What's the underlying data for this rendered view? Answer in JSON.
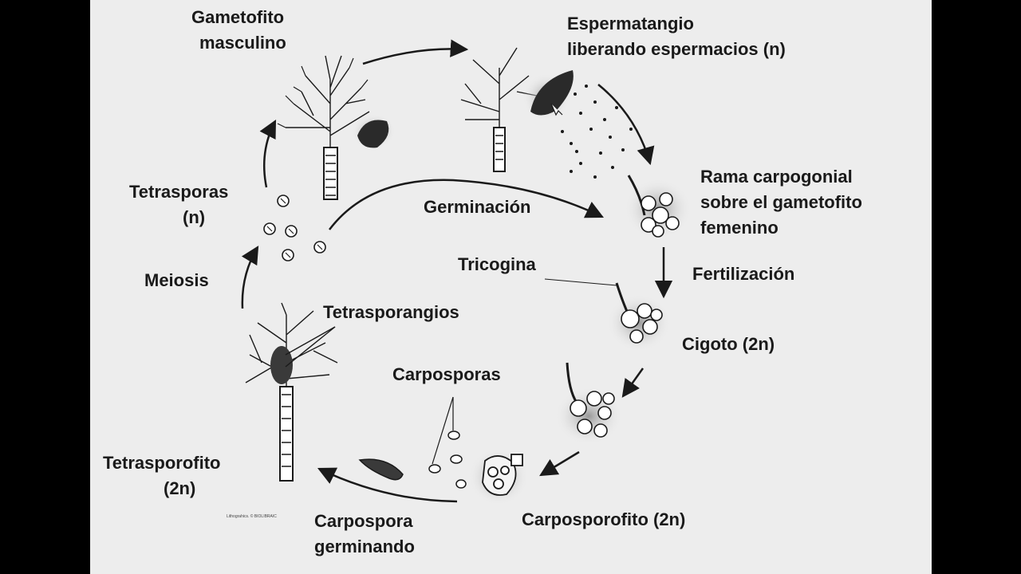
{
  "labels": {
    "gametofito_masculino": [
      "Gametofito",
      "masculino"
    ],
    "espermatangio": [
      "Espermatangio",
      "liberando espermacios (n)"
    ],
    "rama_carpogonial": [
      "Rama carpogonial",
      "sobre el gametofito",
      "femenino"
    ],
    "fertilizacion": "Fertilización",
    "tricogina": "Tricogina",
    "cigoto": "Cigoto (2n)",
    "germinacion": "Germinación",
    "tetrasporas": [
      "Tetrasporas",
      "(n)"
    ],
    "meiosis": "Meiosis",
    "tetrasporangios": "Tetrasporangios",
    "carposporas": "Carposporas",
    "tetrasporofito": [
      "Tetrasporofito",
      "(2n)"
    ],
    "carposporofito": "Carposporofito (2n)",
    "carpospora_germinando": [
      "Carpospora",
      "germinando"
    ],
    "credit": "Lithograhics. © BIOLIBRAIC"
  },
  "colors": {
    "background": "#ededed",
    "ink": "#1a1a1a",
    "letterbox": "#000000"
  }
}
